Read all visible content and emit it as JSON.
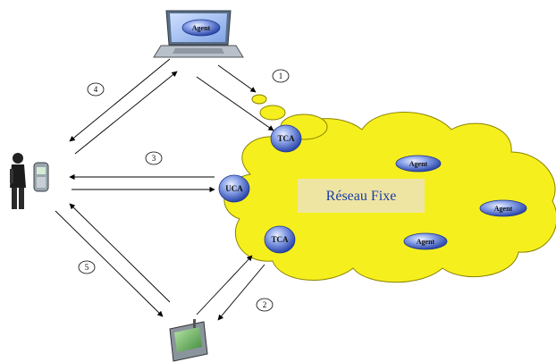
{
  "diagram": {
    "laptop_label": "Agent",
    "network_label": "Réseau Fixe",
    "nodes": {
      "tca_top": "TCA",
      "uca": "UCA",
      "tca_bottom": "TCA"
    },
    "cloud_agents": [
      "Agent",
      "Agent",
      "Agent"
    ],
    "steps": [
      "1",
      "2",
      "3",
      "4",
      "5"
    ]
  }
}
